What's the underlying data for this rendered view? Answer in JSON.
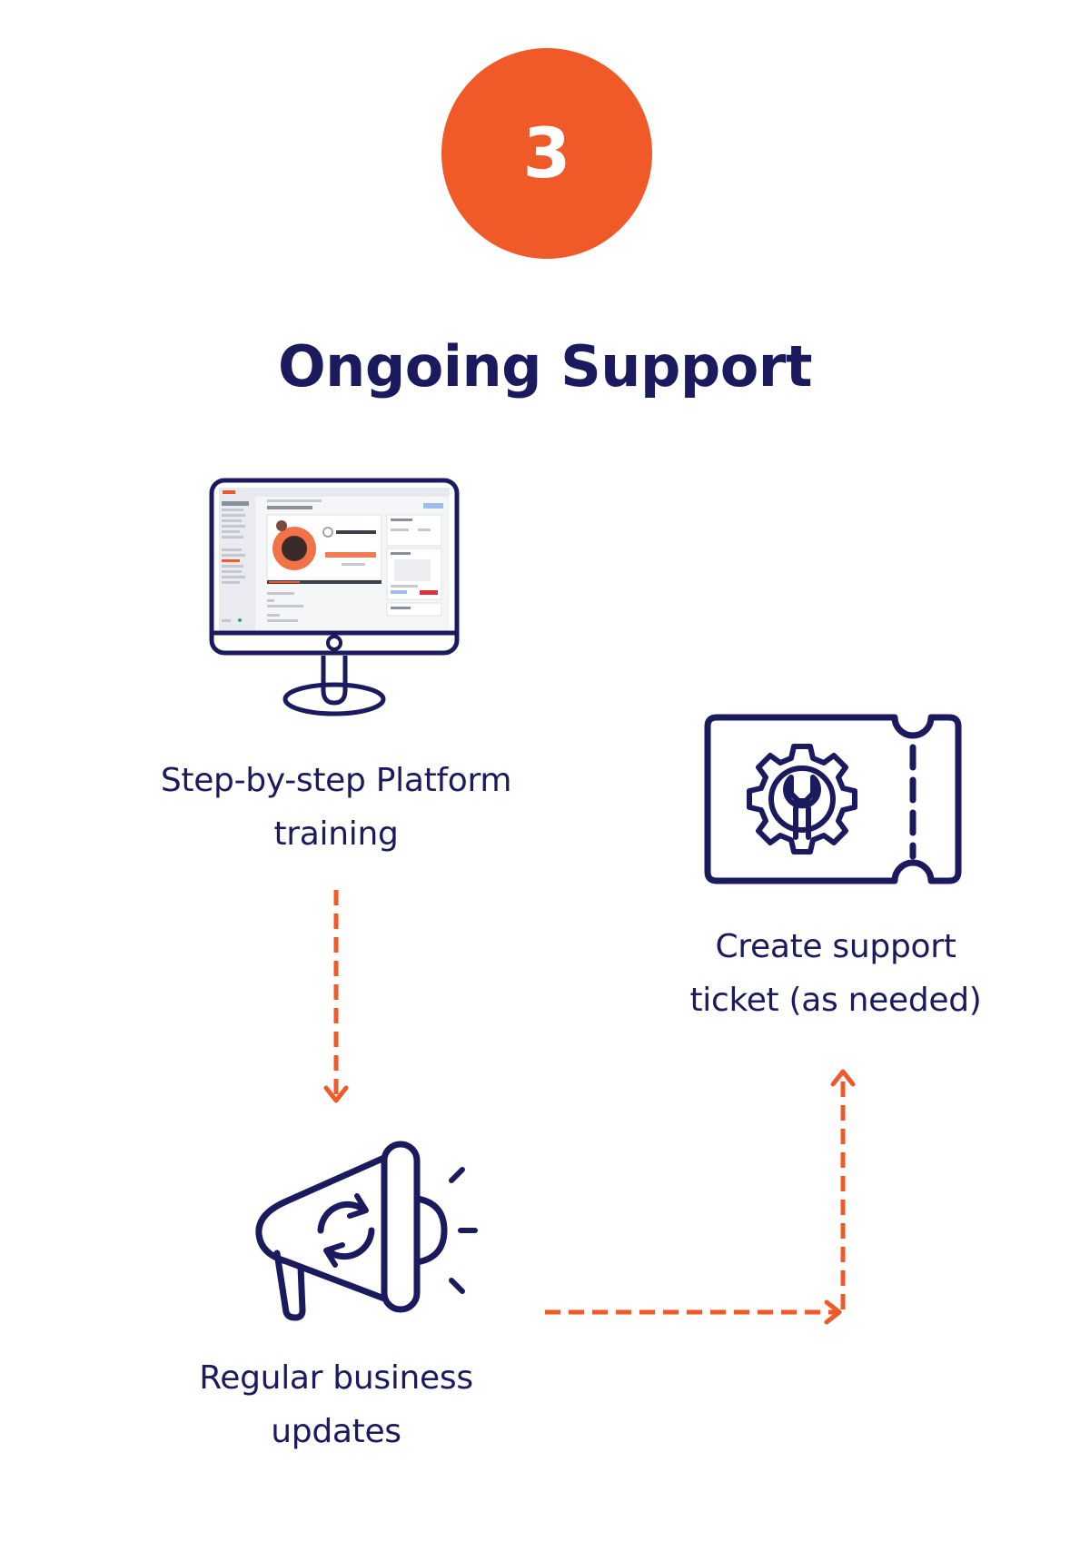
{
  "step_number": "3",
  "title": "Ongoing Support",
  "nodes": {
    "training": {
      "line1": "Step-by-step Platform",
      "line2": "training",
      "icon": "monitor-icon"
    },
    "updates": {
      "line1": "Regular business",
      "line2": "updates",
      "icon": "megaphone-icon"
    },
    "ticket": {
      "line1": "Create support",
      "line2": "ticket (as needed)",
      "icon": "support-ticket-icon"
    }
  },
  "colors": {
    "accent": "#f05a28",
    "navy": "#1b1a5e",
    "background": "#ffffff"
  }
}
